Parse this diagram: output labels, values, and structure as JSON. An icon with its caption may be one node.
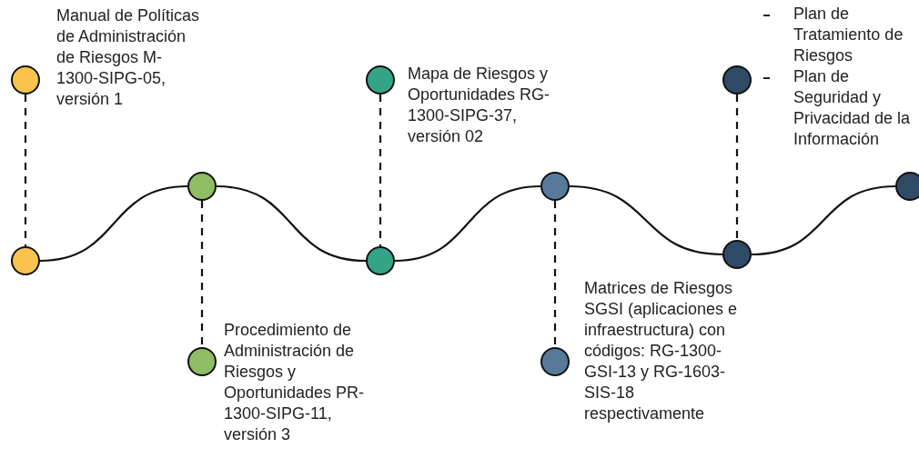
{
  "diagram": {
    "nodes": [
      {
        "text": [],
        "shape": "circle",
        "beside": [
          "Manual de Políticas de Administración de Riesgos M-1300-SIPG-05, versión 1"
        ]
      },
      {
        "text": [],
        "shape": "circle"
      },
      {
        "text": [],
        "shape": "circle"
      },
      {
        "text": [],
        "shape": "circle",
        "beside": [
          "Procedimiento de Administración de Riesgos y Oportunidades PR-1300-SIPG-11, versión 3"
        ]
      },
      {
        "text": [],
        "shape": "circle",
        "beside": [
          "Mapa de Riesgos y Oportunidades RG-1300-SIPG-37, versión 02"
        ]
      },
      {
        "text": [],
        "shape": "circle"
      },
      {
        "text": [],
        "shape": "circle"
      },
      {
        "text": [],
        "shape": "circle",
        "beside": [
          "Matrices de Riesgos SGSI (aplicaciones e infraestructura) con códigos: RG-1300-GSI-13 y RG-1603-SIS-18 respectivamente"
        ]
      },
      {
        "text": [],
        "shape": "circle",
        "beside": [
          "Plan de Tratamiento de Riesgos",
          "Plan de Seguridad y Privacidad de la Información"
        ]
      },
      {
        "text": [],
        "shape": "circle"
      },
      {
        "text": [],
        "shape": "circle"
      }
    ],
    "edges": [
      {
        "from": 0,
        "to": 1,
        "arrow": "none",
        "style": "dashed"
      },
      {
        "from": 1,
        "to": 2,
        "arrow": "none"
      },
      {
        "from": 2,
        "to": 3,
        "arrow": "none",
        "style": "dashed"
      },
      {
        "from": 2,
        "to": 5,
        "arrow": "none"
      },
      {
        "from": 4,
        "to": 5,
        "arrow": "none",
        "style": "dashed"
      },
      {
        "from": 5,
        "to": 6,
        "arrow": "none"
      },
      {
        "from": 6,
        "to": 7,
        "arrow": "none",
        "style": "dashed"
      },
      {
        "from": 6,
        "to": 9,
        "arrow": "none"
      },
      {
        "from": 8,
        "to": 9,
        "arrow": "none",
        "style": "dashed"
      },
      {
        "from": 9,
        "to": 10,
        "arrow": "none"
      }
    ]
  }
}
